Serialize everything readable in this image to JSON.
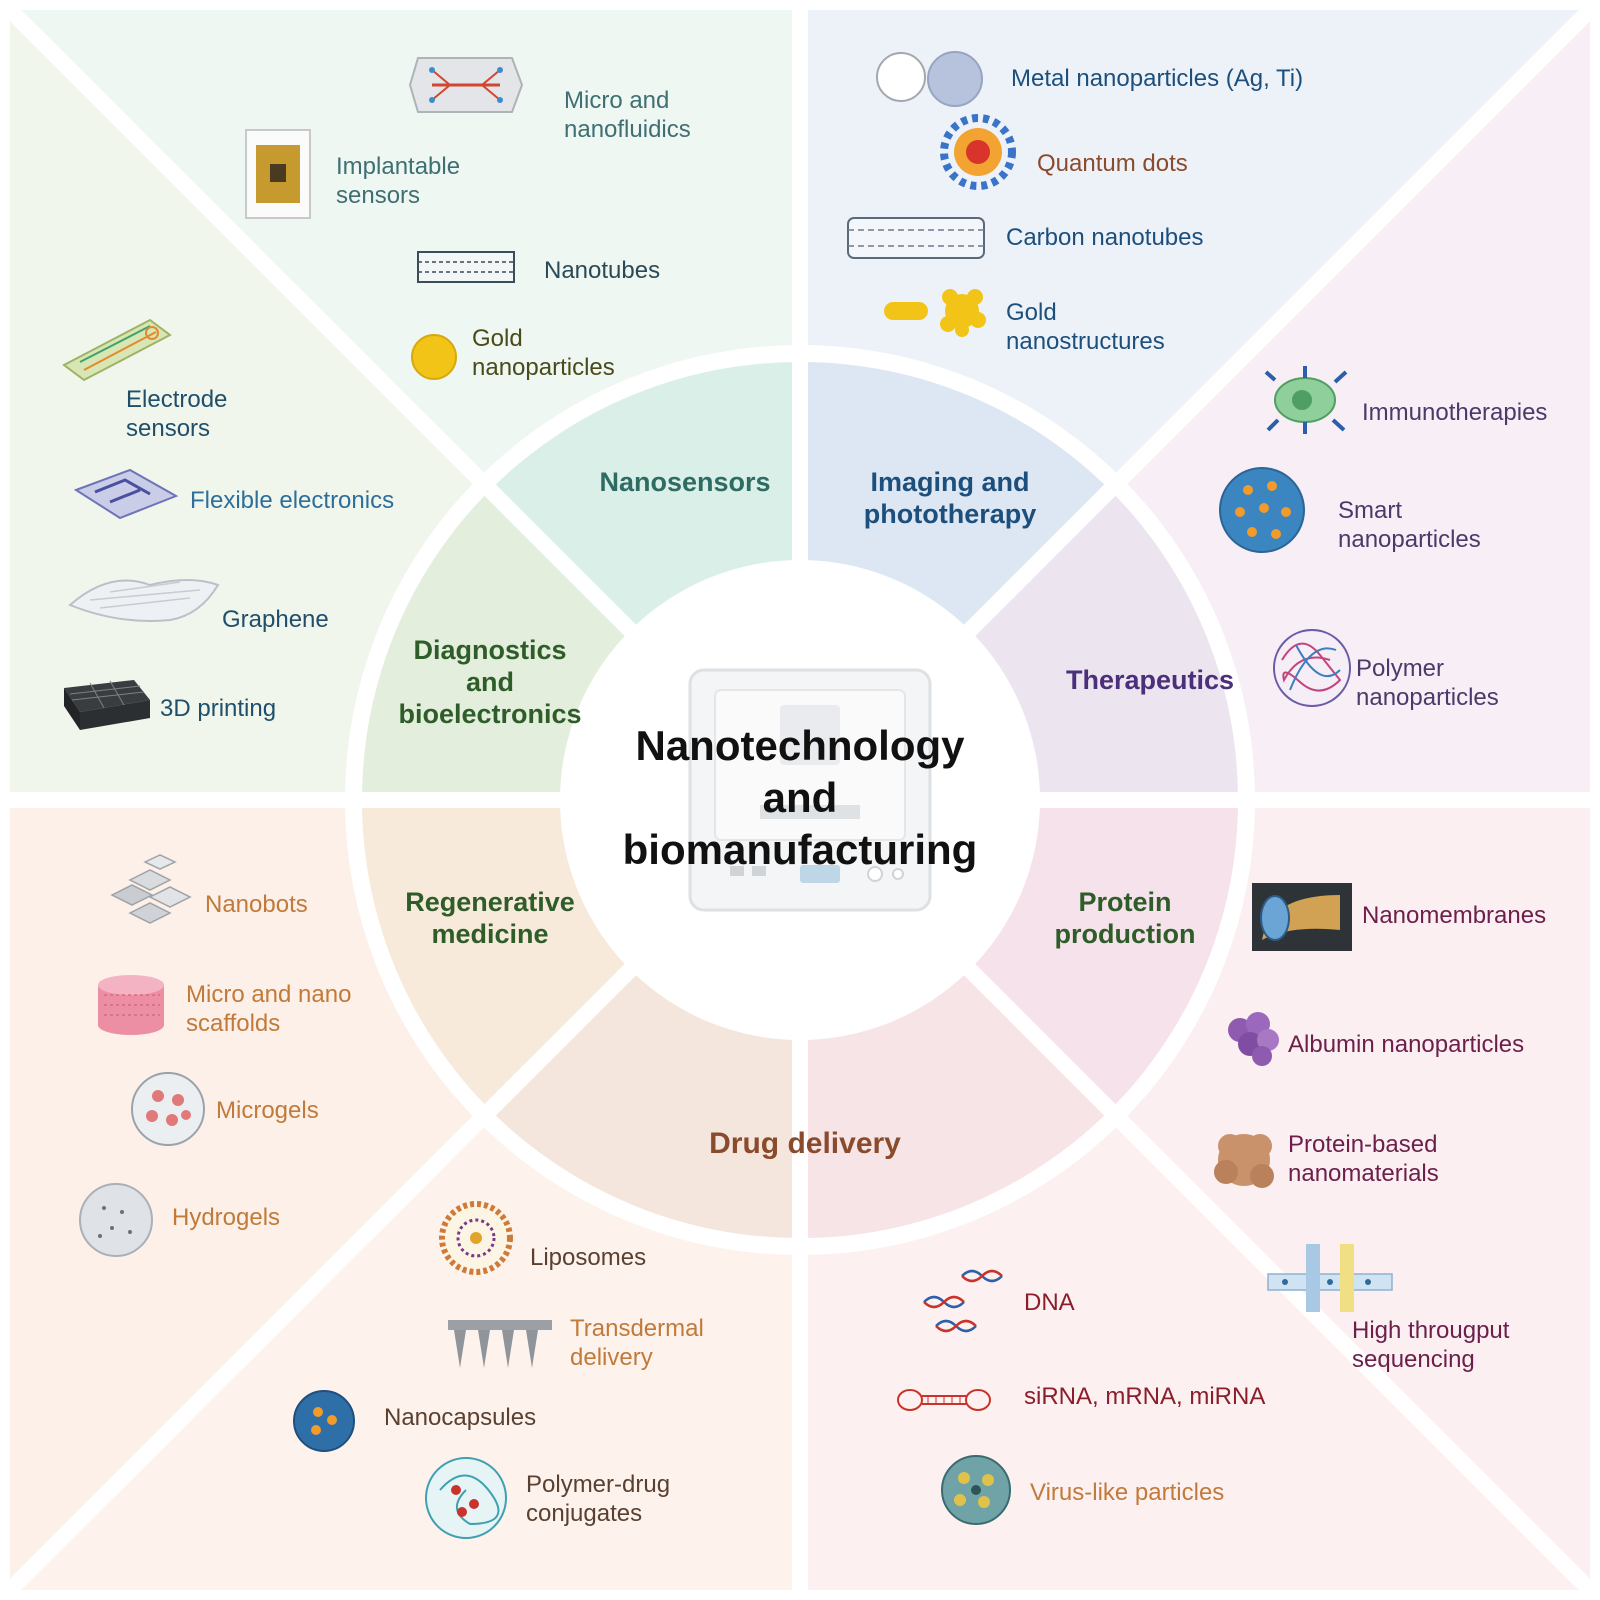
{
  "title": {
    "line1": "Nanotechnology",
    "line2": "and",
    "line3": "biomanufacturing"
  },
  "colors": {
    "nanosensors_text": "#2e6b63",
    "imaging_text": "#1d4f7c",
    "therapeutics_text": "#4b2f7a",
    "protein_text": "#2e5d2a",
    "drug_text": "#8a4a2c",
    "regen_text": "#2e5d2a",
    "diag_text": "#2e5d2a",
    "item_orange": "#c17a3a",
    "item_red": "#8b1e2a"
  },
  "categories": {
    "nanosensors": "Nanosensors",
    "imaging": {
      "line1": "Imaging and",
      "line2": "phototherapy"
    },
    "therapeutics": "Therapeutics",
    "protein": {
      "line1": "Protein",
      "line2": "production"
    },
    "drug": "Drug delivery",
    "regen": {
      "line1": "Regenerative",
      "line2": "medicine"
    },
    "diag": {
      "line1": "Diagnostics",
      "line2": "and",
      "line3": "bioelectronics"
    }
  },
  "items": {
    "micro_nanofluidics": {
      "l1": "Micro and",
      "l2": "nanofluidics"
    },
    "implantable": {
      "l1": "Implantable",
      "l2": "sensors"
    },
    "nanotubes": "Nanotubes",
    "gold_np": {
      "l1": "Gold",
      "l2": "nanoparticles"
    },
    "electrode": {
      "l1": "Electrode",
      "l2": "sensors"
    },
    "flexible": "Flexible electronics",
    "graphene": "Graphene",
    "printing": "3D printing",
    "metal_np": "Metal nanoparticles (Ag, Ti)",
    "qdots": "Quantum dots",
    "cnt": "Carbon nanotubes",
    "gold_ns": {
      "l1": "Gold",
      "l2": "nanostructures"
    },
    "immuno": "Immunotherapies",
    "smart_np": {
      "l1": "Smart",
      "l2": "nanoparticles"
    },
    "polymer_np": {
      "l1": "Polymer",
      "l2": "nanoparticles"
    },
    "nanobots": "Nanobots",
    "scaffolds": {
      "l1": "Micro and nano",
      "l2": "scaffolds"
    },
    "microgels": "Microgels",
    "hydrogels": "Hydrogels",
    "liposomes": "Liposomes",
    "transdermal": {
      "l1": "Transdermal",
      "l2": "delivery"
    },
    "nanocapsules": "Nanocapsules",
    "pdc": {
      "l1": "Polymer-drug",
      "l2": "conjugates"
    },
    "nanomembranes": "Nanomembranes",
    "albumin": "Albumin nanoparticles",
    "protein_nm": {
      "l1": "Protein-based",
      "l2": "nanomaterials"
    },
    "hts": {
      "l1": "High througput",
      "l2": "sequencing"
    },
    "dna": "DNA",
    "rna": "siRNA, mRNA, miRNA",
    "vlp": "Virus-like particles"
  }
}
